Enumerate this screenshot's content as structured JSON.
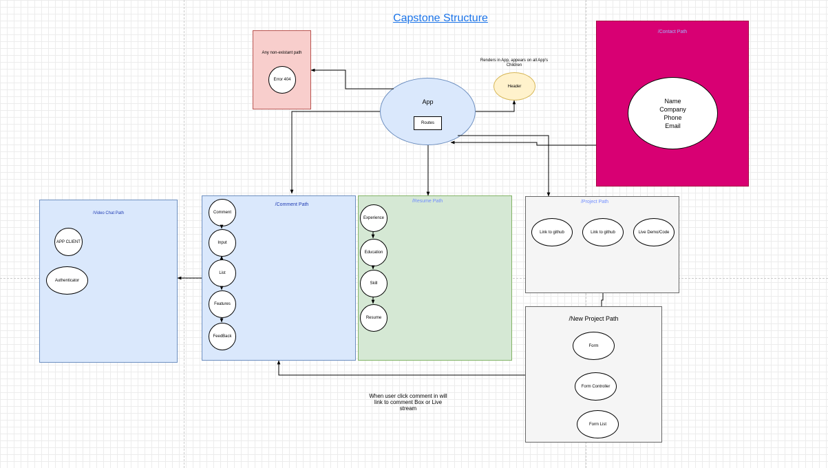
{
  "diagram": {
    "title": "Capstone Structure",
    "app": {
      "label": "App",
      "routes": "Routes"
    },
    "header": {
      "label": "Header",
      "note": "Renders in App, appears on all App's Children"
    },
    "error_path": {
      "label": "Any non-existant path",
      "node": "Error 404"
    },
    "contact": {
      "label": "/Contact Path",
      "details": [
        "Name",
        "Company",
        "Phone",
        "Email"
      ]
    },
    "video_chat": {
      "label": "/Video Chat Path",
      "nodes": [
        "APP CLIENT",
        "Authenticator"
      ]
    },
    "comment": {
      "label": "/Comment Path",
      "nodes": [
        "Comment",
        "Input",
        "List",
        "Features",
        "FeedBack"
      ]
    },
    "resume": {
      "label": "/Resume Path",
      "nodes": [
        "Experience",
        "Education",
        "Skill",
        "Resume"
      ]
    },
    "project": {
      "label": "/Project Path",
      "nodes": [
        "Link to github",
        "Link to github",
        "Live Demo/Code"
      ]
    },
    "new_project": {
      "label": "/New Project Path",
      "nodes": [
        "Form",
        "Form Controller",
        "Form List"
      ]
    },
    "note": "When user click comment in will link to comment Box or Live stream"
  }
}
